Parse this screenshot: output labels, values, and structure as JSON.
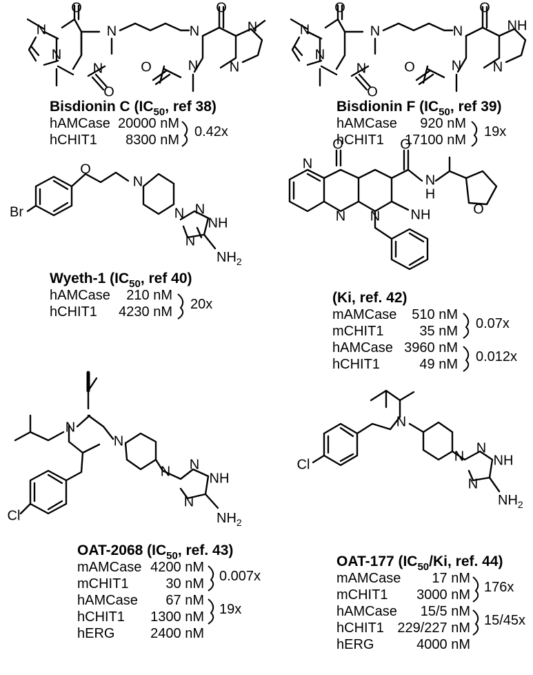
{
  "compounds": [
    {
      "title_parts": [
        "Bisdionin C (IC",
        "50",
        ", ref 38)"
      ],
      "rows": [
        {
          "target": "hAMCase",
          "value": "20000 nM"
        },
        {
          "target": "hCHIT1",
          "value": "8300 nM"
        }
      ],
      "ratios": [
        "0.42x"
      ]
    },
    {
      "title_parts": [
        "Bisdionin F (IC",
        "50",
        ", ref 39)"
      ],
      "rows": [
        {
          "target": "hAMCase",
          "value": "920 nM"
        },
        {
          "target": "hCHIT1",
          "value": "17100 nM"
        }
      ],
      "ratios": [
        "19x"
      ]
    },
    {
      "title_parts": [
        "Wyeth-1 (IC",
        "50",
        ", ref 40)"
      ],
      "rows": [
        {
          "target": "hAMCase",
          "value": "210 nM"
        },
        {
          "target": "hCHIT1",
          "value": "4230 nM"
        }
      ],
      "ratios": [
        "20x"
      ]
    },
    {
      "title_parts": [
        "(Ki, ref. 42)"
      ],
      "rows": [
        {
          "target": "mAMCase",
          "value": "510 nM"
        },
        {
          "target": "mCHIT1",
          "value": "35 nM"
        },
        {
          "target": "hAMCase",
          "value": "3960 nM"
        },
        {
          "target": "hCHIT1",
          "value": "49 nM"
        }
      ],
      "ratios": [
        "0.07x",
        "0.012x"
      ]
    },
    {
      "title_parts": [
        "OAT-2068  (IC",
        "50",
        ", ref. 43)"
      ],
      "rows": [
        {
          "target": "mAMCase",
          "value": "4200 nM"
        },
        {
          "target": "mCHIT1",
          "value": "30 nM"
        },
        {
          "target": "hAMCase",
          "value": "67 nM"
        },
        {
          "target": "hCHIT1",
          "value": "1300 nM"
        },
        {
          "target": "hERG",
          "value": "2400 nM"
        }
      ],
      "ratios": [
        "0.007x",
        "19x"
      ]
    },
    {
      "title_parts": [
        "OAT-177  (IC",
        "50",
        "/Ki, ref. 44)"
      ],
      "rows": [
        {
          "target": "mAMCase",
          "value": "17 nM"
        },
        {
          "target": "mCHIT1",
          "value": "3000 nM"
        },
        {
          "target": "hAMCase",
          "value": "15/5 nM"
        },
        {
          "target": "hCHIT1",
          "value": "229/227 nM"
        },
        {
          "target": "hERG",
          "value": "4000 nM"
        }
      ],
      "ratios": [
        "176x",
        "15/45x"
      ]
    }
  ],
  "atoms": {
    "N": "N",
    "O": "O",
    "NH": "NH",
    "H": "H",
    "Br": "Br",
    "Cl": "Cl",
    "NH2_base": "NH",
    "NH2_sub": "2"
  }
}
